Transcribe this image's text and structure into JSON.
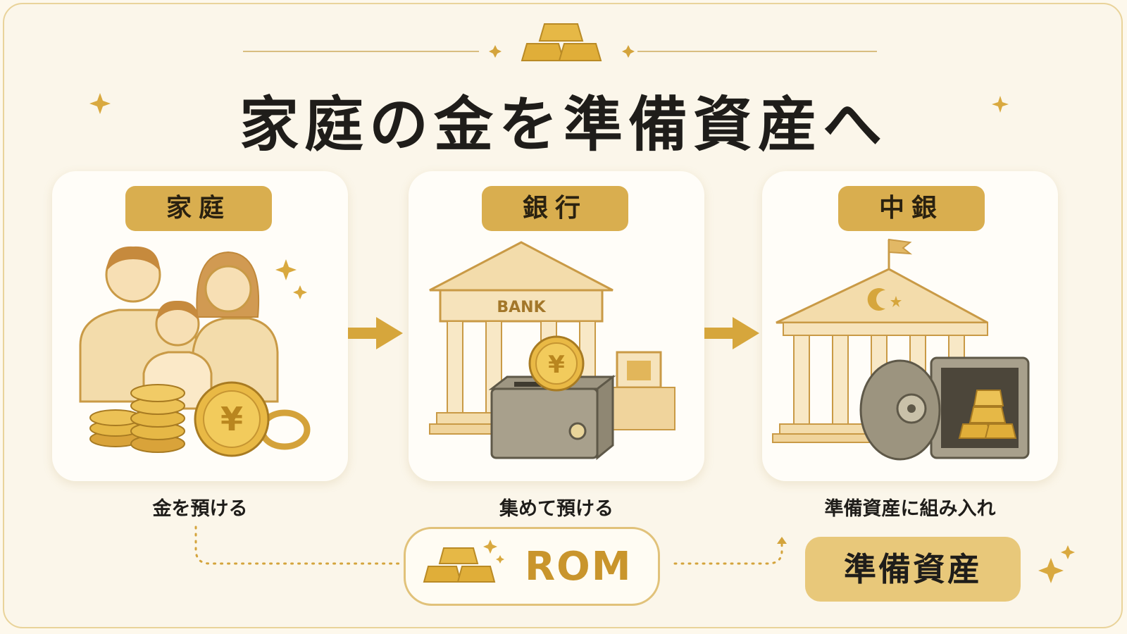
{
  "title": "家庭の金を準備資産へ",
  "steps": [
    {
      "label": "家庭",
      "caption": "金を預ける"
    },
    {
      "label": "銀行",
      "caption": "集めて預ける"
    },
    {
      "label": "中銀",
      "caption": "準備資産に組み入れ"
    }
  ],
  "bank_sign": "BANK",
  "coin_symbol": "¥",
  "rom_label": "ROM",
  "reserve_label": "準備資産",
  "colors": {
    "accent_gold": "#d9ae4f",
    "background": "#fbf6ea",
    "text": "#1f1d1a"
  },
  "icons": [
    "gold-bars-icon",
    "sparkle-icon",
    "family-icon",
    "coins-icon",
    "bank-building-icon",
    "deposit-safe-icon",
    "central-bank-icon",
    "vault-icon",
    "arrow-right-icon"
  ]
}
